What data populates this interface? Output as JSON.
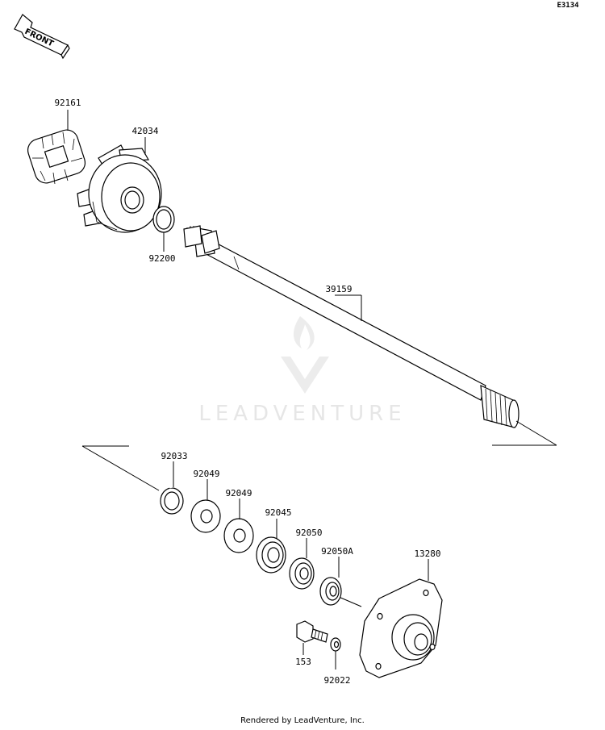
{
  "diagram_code": "E3134",
  "front_label": "FRONT",
  "watermark": {
    "text": "LEADVENTURE",
    "color": "#e6e6e6"
  },
  "footer": "Rendered by LeadVenture, Inc.",
  "parts": {
    "p92161": "92161",
    "p42034": "42034",
    "p92200": "92200",
    "p39159": "39159",
    "p92033": "92033",
    "p92049a": "92049",
    "p92049b": "92049",
    "p92045": "92045",
    "p92050": "92050",
    "p92050A": "92050A",
    "p13280": "13280",
    "p153": "153",
    "p92022": "92022"
  }
}
